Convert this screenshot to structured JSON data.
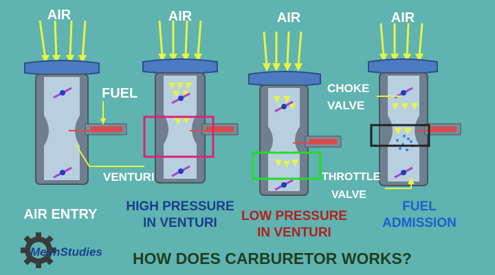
{
  "colors": {
    "background": "#5fb3b0",
    "arrow": "#e6f542",
    "white_text": "#ffffff",
    "blue_text": "#1a3f8c",
    "red_text": "#b31f1f",
    "title_text": "#1f3f1f",
    "tube_fill": "#b8cfe0",
    "tube_dark": "#6f7f8f",
    "cap_fill": "#4d7bc2",
    "pipe_fill": "#d94a4a",
    "magenta_box": "#e0207a",
    "green_box": "#22dd22",
    "black_box": "#222222",
    "valve_line": "#b040d0",
    "valve_dot": "#1a3fc0"
  },
  "stages": [
    {
      "air_label": "AIR",
      "caption_lines": [
        "AIR ENTRY"
      ],
      "caption_color": "#ffffff"
    },
    {
      "air_label": "AIR",
      "caption_lines": [
        "HIGH PRESSURE",
        "IN VENTURI"
      ],
      "caption_color": "#1a3f8c"
    },
    {
      "air_label": "AIR",
      "caption_lines": [
        "LOW PRESSURE",
        "IN VENTURI"
      ],
      "caption_color": "#b31f1f"
    },
    {
      "air_label": "AIR",
      "caption_lines": [
        "FUEL",
        "ADMISSION"
      ],
      "caption_color": "#1f5fd0"
    }
  ],
  "callouts": {
    "fuel": "FUEL",
    "venturi": "VENTURI",
    "choke_line1": "CHOKE",
    "choke_line2": "VALVE",
    "throttle_line1": "THROTTLE",
    "throttle_line2": "VALVE"
  },
  "logo": {
    "text": "MechStudies"
  },
  "title": "HOW DOES CARBURETOR WORKS?"
}
